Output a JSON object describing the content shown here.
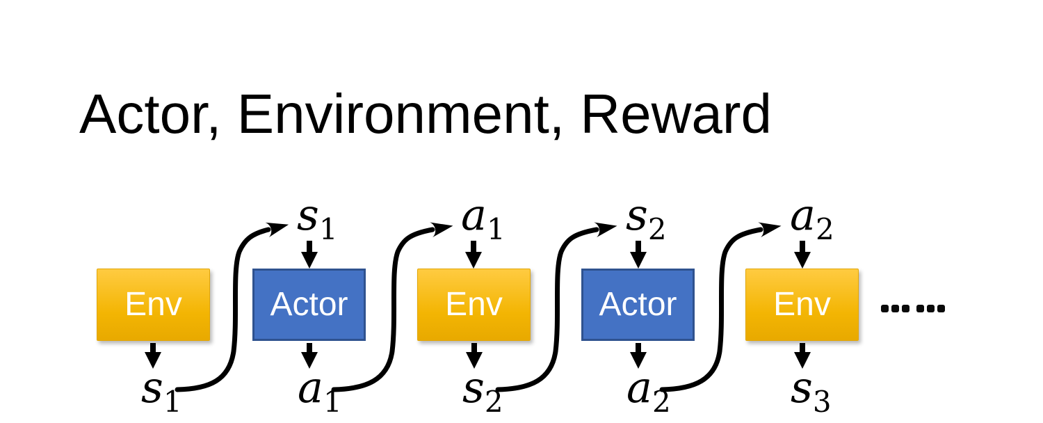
{
  "slide": {
    "title": "Actor, Environment, Reward"
  },
  "colors": {
    "slide_bg": "#FFFFFF",
    "title_text": "#000000",
    "env_gradient_top": "#FFCB41",
    "env_gradient_bottom": "#E8A900",
    "actor_fill": "#4472C4",
    "actor_border": "#2F528F",
    "box_text": "#FFFFFF",
    "arrow_black": "#000000"
  },
  "diagram": {
    "sequence_nodes": [
      {
        "id": "env-1",
        "type": "env",
        "label": "Env"
      },
      {
        "id": "actor-1",
        "type": "actor",
        "label": "Actor"
      },
      {
        "id": "env-2",
        "type": "env",
        "label": "Env"
      },
      {
        "id": "actor-2",
        "type": "actor",
        "label": "Actor"
      },
      {
        "id": "env-3",
        "type": "env",
        "label": "Env"
      }
    ],
    "top_labels": [
      {
        "base": "s",
        "sub": "1"
      },
      {
        "base": "a",
        "sub": "1"
      },
      {
        "base": "s",
        "sub": "2"
      },
      {
        "base": "a",
        "sub": "2"
      }
    ],
    "bottom_labels": [
      {
        "base": "s",
        "sub": "1"
      },
      {
        "base": "a",
        "sub": "1"
      },
      {
        "base": "s",
        "sub": "2"
      },
      {
        "base": "a",
        "sub": "2"
      },
      {
        "base": "s",
        "sub": "3"
      }
    ],
    "ellipsis_text": "……",
    "ellipsis_dot_count": 6
  }
}
